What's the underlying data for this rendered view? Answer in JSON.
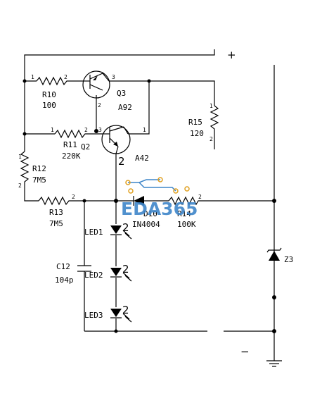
{
  "diagram": {
    "terminals": {
      "plus": "+",
      "minus": "−"
    },
    "components": {
      "r10": {
        "name": "R10",
        "value": "100"
      },
      "q3": {
        "name": "Q3",
        "value": "A92"
      },
      "r15": {
        "name": "R15",
        "value": "120"
      },
      "r11": {
        "name": "R11",
        "value": "220K"
      },
      "q2": {
        "name": "Q2",
        "value": "A42"
      },
      "r12": {
        "name": "R12",
        "value": "7M5"
      },
      "r13": {
        "name": "R13",
        "value": "7M5"
      },
      "d10": {
        "name": "D10",
        "value": "IN4004"
      },
      "r14": {
        "name": "R14",
        "value": "100K"
      },
      "led1": {
        "name": "LED1"
      },
      "led2": {
        "name": "LED2"
      },
      "led3": {
        "name": "LED3"
      },
      "c12": {
        "name": "C12",
        "value": "104p"
      },
      "z3": {
        "name": "Z3"
      }
    },
    "pins": {
      "one": "1",
      "two": "2",
      "three": "3"
    },
    "watermark": "EDA365",
    "colors": {
      "wire": "#000000",
      "watermark": "#3f86c9",
      "watermark_pads": "#e0a020"
    }
  }
}
